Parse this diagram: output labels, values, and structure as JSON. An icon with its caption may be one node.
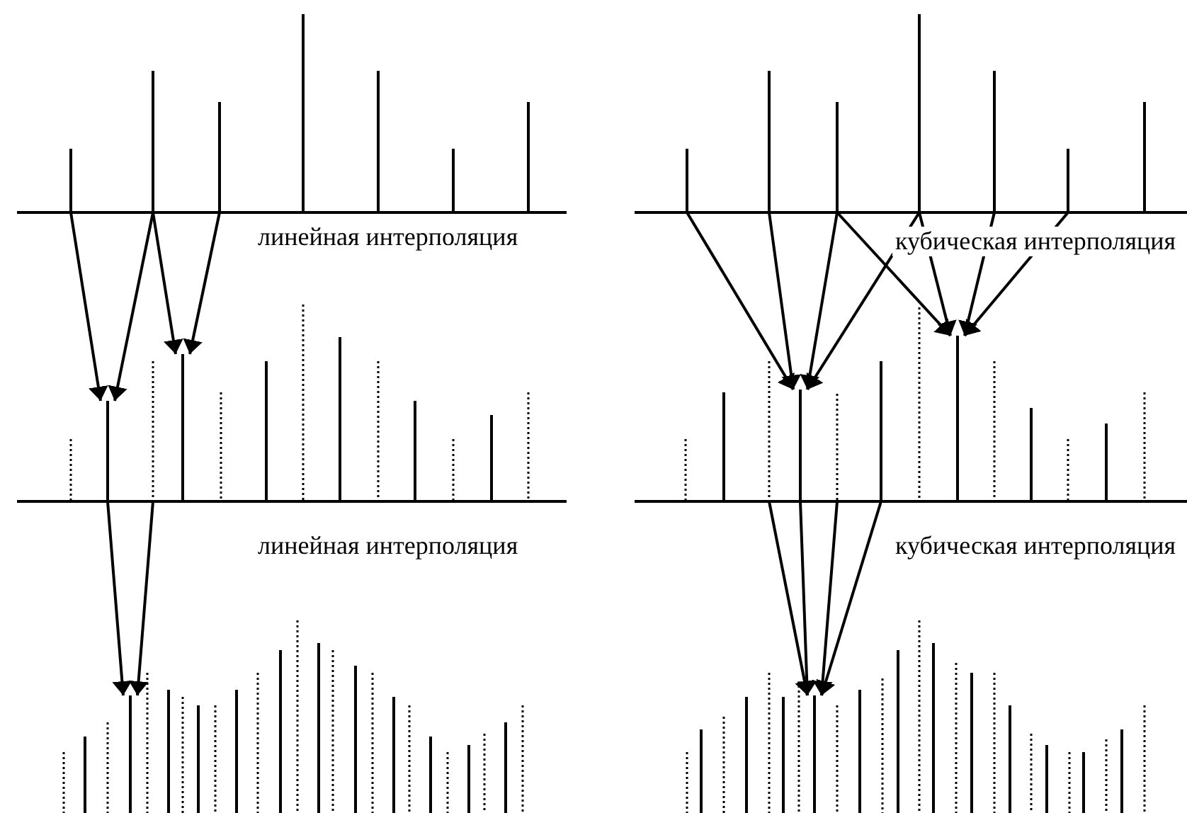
{
  "diagram": {
    "nodes": [
      {
        "text": [],
        "shape": "bar"
      },
      {
        "text": [],
        "shape": "bar"
      },
      {
        "text": [],
        "shape": "bar"
      },
      {
        "text": [],
        "shape": "bar"
      },
      {
        "text": [],
        "shape": "bar"
      },
      {
        "text": [],
        "shape": "bar"
      },
      {
        "text": [],
        "shape": "bar"
      },
      {
        "text": [],
        "shape": "bar"
      },
      {
        "text": [],
        "shape": "bar"
      },
      {
        "text": [],
        "shape": "bar"
      },
      {
        "text": [],
        "shape": "bar"
      },
      {
        "text": [],
        "shape": "bar"
      },
      {
        "text": [],
        "shape": "bar"
      },
      {
        "text": [],
        "shape": "bar"
      },
      {
        "text": [],
        "shape": "bar"
      },
      {
        "text": [],
        "shape": "bar"
      },
      {
        "text": [],
        "shape": "bar"
      },
      {
        "text": [],
        "shape": "bar"
      },
      {
        "text": [],
        "shape": "bar"
      }
    ],
    "edges": [
      {
        "from": 0,
        "to": 9,
        "arrow": "to"
      },
      {
        "from": 1,
        "to": 9,
        "arrow": "to"
      },
      {
        "from": 1,
        "to": 11,
        "arrow": "to"
      },
      {
        "from": 2,
        "to": 11,
        "arrow": "to"
      },
      {
        "from": 3,
        "to": 13,
        "arrow": "to"
      },
      {
        "from": 4,
        "to": 13,
        "arrow": "to"
      },
      {
        "from": 5,
        "to": 13,
        "arrow": "to"
      },
      {
        "from": 6,
        "to": 13,
        "arrow": "to"
      },
      {
        "from": 5,
        "to": 16,
        "arrow": "to"
      },
      {
        "from": 6,
        "to": 16,
        "arrow": "to"
      },
      {
        "from": 7,
        "to": 16,
        "arrow": "to"
      },
      {
        "from": 8,
        "to": 16,
        "arrow": "to"
      },
      {
        "from": 9,
        "to": 17,
        "arrow": "to"
      },
      {
        "from": 10,
        "to": 17,
        "arrow": "to"
      },
      {
        "from": 12,
        "to": 18,
        "arrow": "to"
      },
      {
        "from": 13,
        "to": 18,
        "arrow": "to"
      },
      {
        "from": 14,
        "to": 18,
        "arrow": "to"
      },
      {
        "from": 15,
        "to": 18,
        "arrow": "to"
      }
    ],
    "labels": [
      "линейная интерполяция",
      "кубическая интерполяция",
      "линейная интерполяция",
      "кубическая интерполяция"
    ]
  }
}
